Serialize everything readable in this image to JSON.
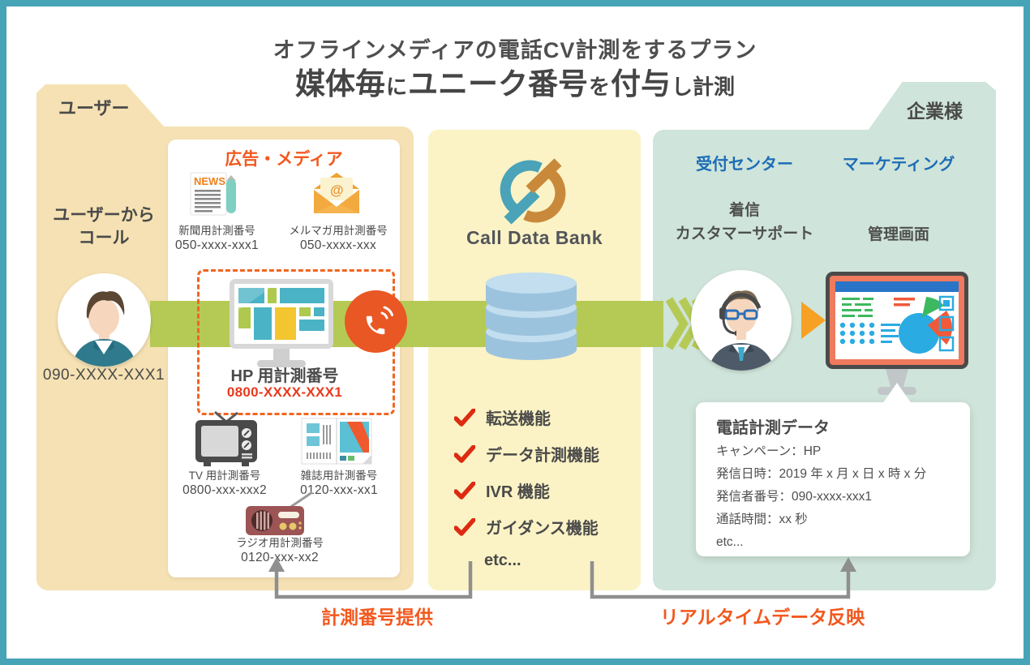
{
  "title": {
    "line1": "オフラインメディアの電話CV計測をするプラン",
    "line2_segments": [
      {
        "text": "媒体毎",
        "emphasis": true
      },
      {
        "text": "に",
        "emphasis": false
      },
      {
        "text": "ユニーク番号",
        "emphasis": true
      },
      {
        "text": "を",
        "emphasis": false
      },
      {
        "text": "付与",
        "emphasis": true
      },
      {
        "text": "し計測",
        "emphasis": false
      }
    ]
  },
  "user_section": {
    "tab": "ユーザー",
    "caption": "ユーザーから\nコール",
    "phone_number": "090-XXXX-XXX1"
  },
  "media_panel": {
    "heading": "広告・メディア",
    "newspaper": {
      "name": "新聞用計測番号",
      "number": "050-xxxx-xxx1"
    },
    "mail_magazine": {
      "name": "メルマガ用計測番号",
      "number": "050-xxxx-xxx"
    },
    "homepage": {
      "name": "HP 用計測番号",
      "number": "0800-XXXX-XXX1"
    },
    "tv": {
      "name": "TV 用計測番号",
      "number": "0800-xxx-xxx2"
    },
    "magazine": {
      "name": "雑誌用計測番号",
      "number": "0120-xxx-xx1"
    },
    "radio": {
      "name": "ラジオ用計測番号",
      "number": "0120-xxx-xx2"
    }
  },
  "call_data_bank": {
    "logo_text": "Call Data Bank",
    "features": [
      "転送機能",
      "データ計測機能",
      "IVR 機能",
      "ガイダンス機能"
    ],
    "etc_label": "etc..."
  },
  "company_section": {
    "tab": "企業様",
    "departments": [
      {
        "label": "受付センター"
      },
      {
        "label": "マーケティング"
      }
    ],
    "roles": [
      {
        "label": "着信\nカスタマーサポート"
      },
      {
        "label": "管理画面"
      }
    ],
    "data_box": {
      "title": "電話計測データ",
      "rows": [
        "キャンペーン：HP",
        "発信日時：2019 年 x 月 x 日 x 時 x 分",
        "発信者番号：090-xxxx-xxx1",
        "通話時間：xx 秒",
        "etc..."
      ]
    }
  },
  "flow_labels": {
    "left": "計測番号提供",
    "right": "リアルタイムデータ反映"
  },
  "icons": {
    "newspaper": "newspaper-with-news-banner",
    "mail_magazine": "open-envelope-with-at-mark",
    "homepage": "desktop-monitor-with-website-tiles",
    "phone": "phone-receiver-with-signal-waves",
    "tv": "retro-television",
    "magazine": "open-magazine",
    "radio": "portable-radio",
    "database": "stacked-cylinder-database",
    "check": "red-checkmark",
    "user": "male-user-avatar",
    "operator": "support-operator-with-headset",
    "dashboard": "admin-dashboard-monitor-with-pie-chart",
    "flow_band": "green-arrow-band-with-chevrons",
    "bracket_arrows": "gray-u-shaped-connectors-with-up-arrows"
  },
  "colors": {
    "frame_teal": "#47A3B6",
    "user_section_bg": "#F5E1B3",
    "center_section_bg": "#FBF3C5",
    "company_section_bg": "#CFE4DA",
    "flow_band_green": "#B5CA55",
    "accent_orange": "#F2591F",
    "phone_circle_orange": "#E95724",
    "number_red": "#E8391D",
    "department_blue": "#1D6DB6",
    "logo_teal": "#4AA3B8",
    "logo_orange": "#C9893B",
    "database_blue": "#9CC3DE",
    "text_dark": "#4A4A4A"
  }
}
